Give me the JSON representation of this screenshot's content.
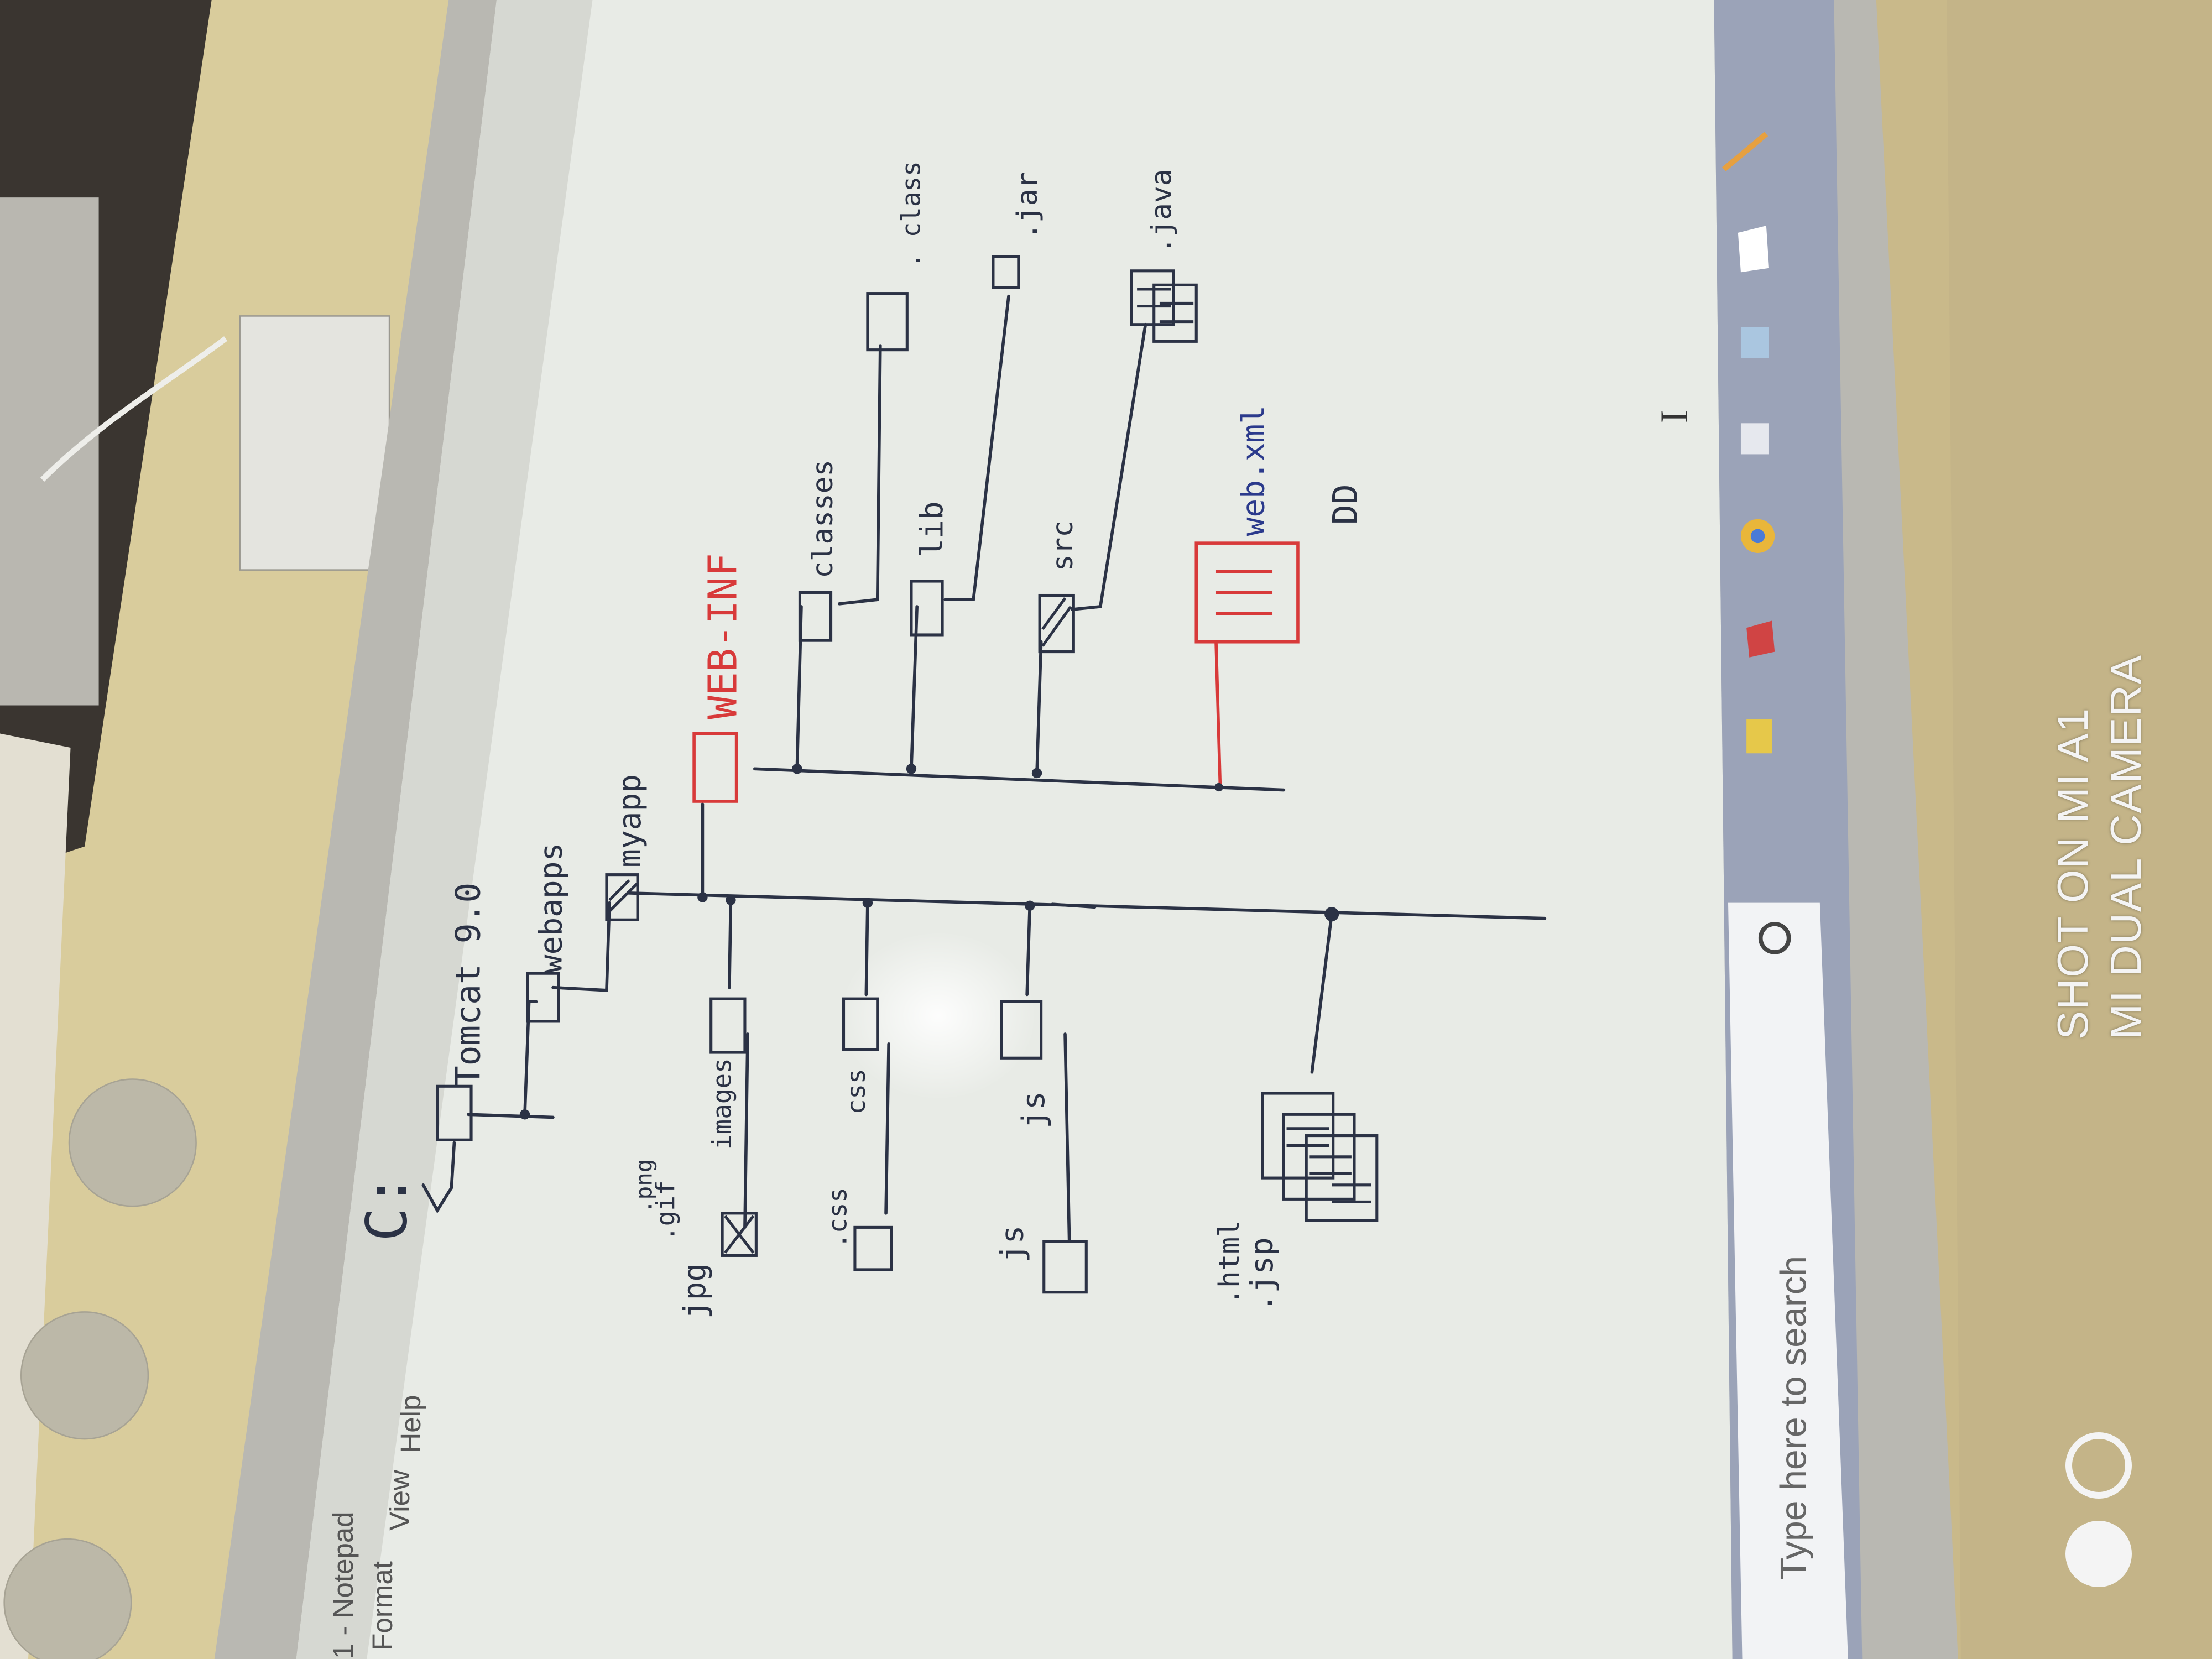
{
  "notepad": {
    "title_fragment": "1 - Notepad",
    "menu": [
      "Format",
      "View",
      "Help"
    ]
  },
  "taskbar": {
    "search_placeholder": "Type here to search",
    "cursor_glyph": "I"
  },
  "whiteboard": {
    "drive": "C:",
    "tomcat": "Tomcat 9.0",
    "webapps": "webapps",
    "myapp": "myapp",
    "webinf": "WEB-INF",
    "images": "images",
    "images_ext": [
      ".png",
      "jpg",
      ".gif"
    ],
    "css": "css",
    "css_ext": ".css",
    "js": "js",
    "js_ext": "js",
    "html_ext": ".html",
    "jsp_ext": ".jsp",
    "classes": "classes",
    "classes_ext": ". class",
    "lib": "lib",
    "lib_ext": ".jar",
    "src": "src",
    "src_ext": ".java",
    "webxml": "web.xml",
    "dd": "DD"
  },
  "watermark": {
    "line1": "SHOT ON MI A1",
    "line2": "MI DUAL CAMERA"
  },
  "colors": {
    "ink": "#2b3245",
    "red_ink": "#d83a3a",
    "blue_ink": "#2b3a8c",
    "board": "#e8ebe6"
  }
}
